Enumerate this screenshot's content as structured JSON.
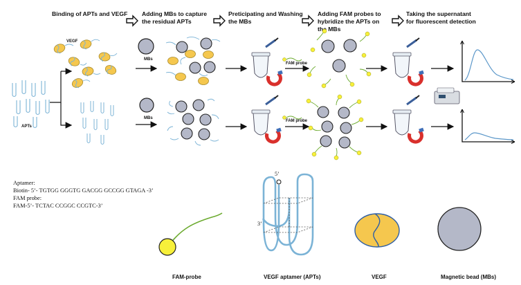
{
  "steps": [
    "Binding of APTs and VEGF",
    "Adding MBs to capture\nthe residual APTs",
    "Preticipating and Washing\nthe MBs",
    "Adding FAM probes to\nhybridize the APTs on\nthe MBs",
    "Taking the supernatant\nfor fluorescent detection"
  ],
  "labels": {
    "vegf": "VEGF",
    "apts": "APTs",
    "mbs_top": "MBs",
    "mbs_bottom": "MBs",
    "fam_probe_top": "FAM probe",
    "fam_probe_bottom": "FAM probe"
  },
  "sequences": {
    "aptamer_title": "Aptamer:",
    "aptamer_seq": "Biotin- 5’- TGTGG GGGTG GACGG GCCGG GTAGA -3’",
    "fam_title": "FAM probe:",
    "fam_seq": "FAM-5’- TCTAC CCGGC CCGTC-3’"
  },
  "legend": {
    "fam_probe": "FAM-probe",
    "aptamer": "VEGF aptamer (APTs)",
    "vegf": "VEGF",
    "bead": "Magnetic bead (MBs)",
    "five_prime": "5’",
    "three_prime": "3’"
  },
  "colors": {
    "vegf_fill": "#F5C74E",
    "bead_fill": "#B4B8C8",
    "aptamer_line": "#7BB3D6",
    "probe_line": "#6BAA2E",
    "fam_dot": "#F7F03A",
    "curve": "#5B97C9",
    "magnet_red": "#D9302C",
    "magnet_blue": "#3F6FB8"
  }
}
